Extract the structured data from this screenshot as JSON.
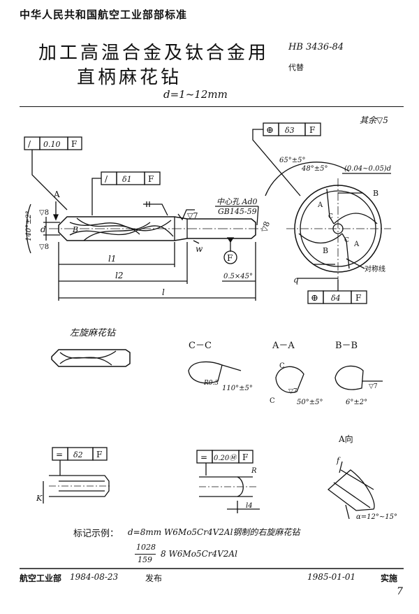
{
  "header": {
    "org": "中华人民共和国航空工业部部标准",
    "title_line1": "加工高温合金及钛合金用",
    "title_line2": "直柄麻花钻",
    "std_no": "HB 3436-84",
    "substitute": "代替",
    "range": "d=1~12mm"
  },
  "roughness_rest": "其余▽5",
  "front_view": {
    "fcf_top": {
      "symbol": "/",
      "value": "0.10",
      "datum": "F"
    },
    "fcf_delta1": {
      "symbol": "/",
      "value": "δ1",
      "datum": "F"
    },
    "center_hole_note": "中心孔 Ad0",
    "center_hole_std": "GB145-59",
    "roughness_7": "▽7",
    "roughness_8": "▽8",
    "roughness_8b": "▽8",
    "label_A": "A",
    "label_w": "w",
    "label_d": "d",
    "label_140": "140°±2°",
    "datum_F": "F",
    "chamfer": "0.5×45°",
    "dim_l1": "l1",
    "dim_l2": "l2",
    "dim_l": "l"
  },
  "end_view": {
    "fcf_delta3": {
      "symbol": "⊕",
      "value": "δ3",
      "datum": "F"
    },
    "fcf_delta4": {
      "symbol": "⊕",
      "value": "δ4",
      "datum": "F"
    },
    "angle1": "65°±5°",
    "angle2": "48°±5°",
    "runout": "(0.04~0.05)d",
    "label_B": "B",
    "label_B2": "B",
    "label_A": "A",
    "label_A2": "A",
    "label_q": "q",
    "sym_label": "对称线",
    "label_C": "C",
    "label_C2": "C"
  },
  "left_hand": {
    "label": "左旋麻花钻"
  },
  "sections": {
    "cc": {
      "title": "C－C",
      "r": "R0.3",
      "angle": "110°±5°"
    },
    "aa": {
      "title": "A－A",
      "angle": "50°±5°",
      "c_top": "C",
      "c_bottom": "C",
      "r": "▽7"
    },
    "bb": {
      "title": "B－B",
      "angle": "6°±2°",
      "r": "▽7"
    }
  },
  "bottom_views": {
    "fcf_delta2": {
      "symbol": "=",
      "value": "δ2",
      "datum": "F"
    },
    "label_K": "K",
    "fcf_020": {
      "symbol": "=",
      "value": "0.20Ⓜ",
      "datum": "F"
    },
    "label_R": "R",
    "label_l4": "l4",
    "a_view_title": "A向",
    "label_f": "f",
    "alpha": "α=12°~15°"
  },
  "marking": {
    "example_label": "标记示例：",
    "example_text": "d=8mm   W6Mo5Cr4V2Al钢制的右旋麻花钻",
    "frac_top": "1028",
    "frac_bottom": "159",
    "code_text": "8   W6Mo5Cr4V2Al"
  },
  "footer": {
    "issuer": "航空工业部",
    "issue_date": "1984-08-23",
    "issue_label": "发布",
    "impl_date": "1985-01-01",
    "impl_label": "实施",
    "page": "7"
  }
}
